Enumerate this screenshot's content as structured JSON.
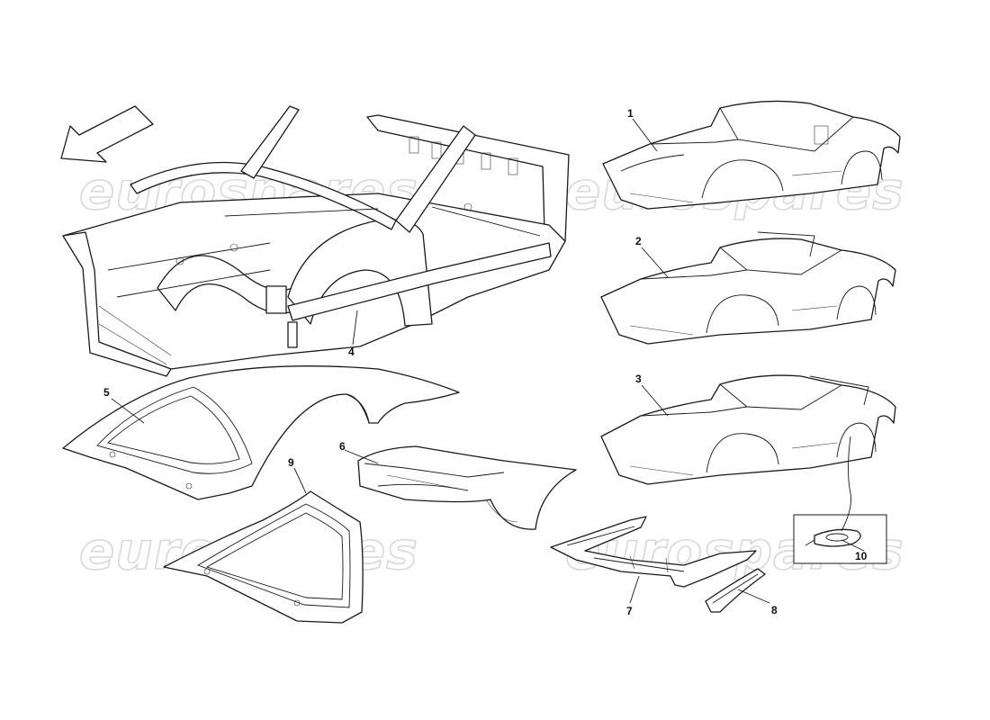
{
  "watermark": "eurospares",
  "callouts": {
    "c1": "1",
    "c2": "2",
    "c3": "3",
    "c4": "4",
    "c5": "5",
    "c6": "6",
    "c7": "7",
    "c8": "8",
    "c9": "9",
    "c10": "10"
  },
  "icons": {
    "direction_arrow": "front-direction-arrow-icon"
  }
}
